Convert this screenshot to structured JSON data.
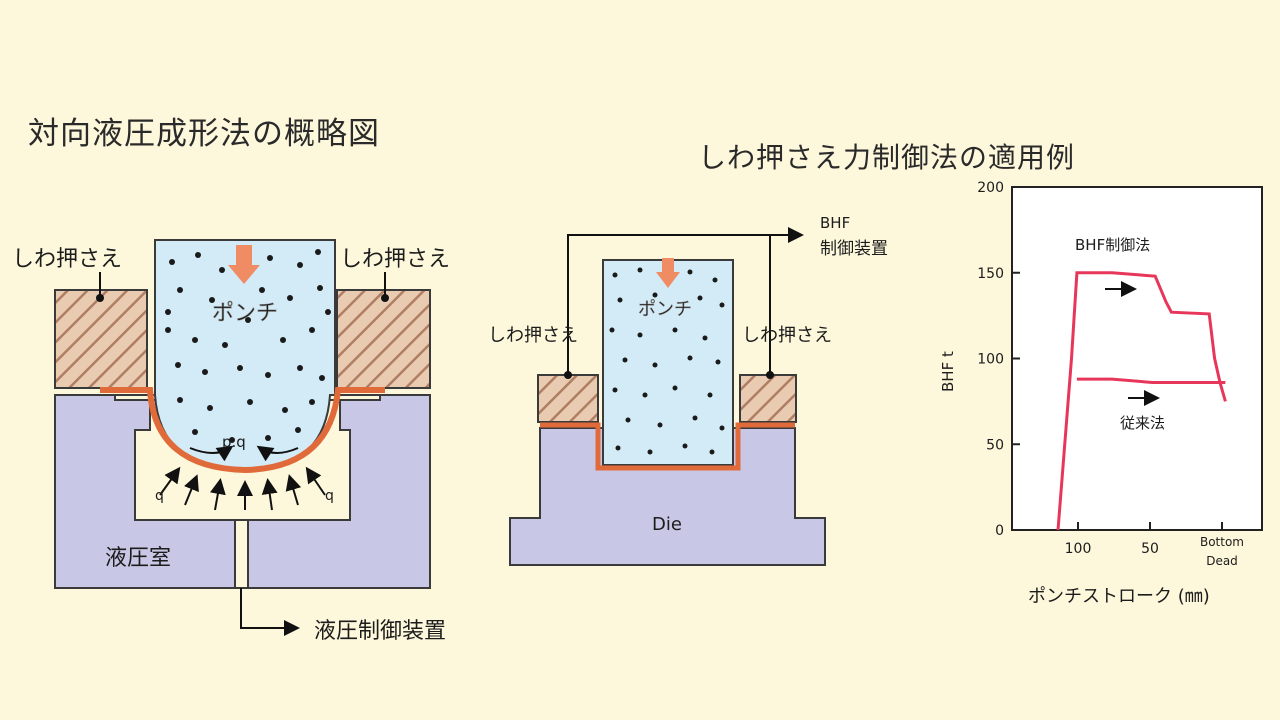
{
  "left_diagram": {
    "title": "対向液圧成形法の概略図",
    "blank_holder_left": "しわ押さえ",
    "blank_holder_right": "しわ押さえ",
    "punch": "ポンチ",
    "pressure_label": "p.q",
    "pressure_q_left": "q",
    "pressure_q_right": "q",
    "chamber": "液圧室",
    "controller": "液圧制御装置"
  },
  "middle_diagram": {
    "bhf_line1": "BHF",
    "bhf_line2": "制御装置",
    "blank_holder_left": "しわ押さえ",
    "blank_holder_right": "しわ押さえ",
    "punch": "ポンチ",
    "die": "Die"
  },
  "right_title": "しわ押さえ力制御法の適用例",
  "chart_data": {
    "type": "line",
    "ylabel": "BHF t",
    "xlabel": "ポンチストローク (㎜)",
    "y_ticks": [
      "0",
      "50",
      "100",
      "150",
      "200"
    ],
    "x_ticks": [
      "100",
      "50",
      "Bottom",
      "Dead"
    ],
    "ylim": [
      0,
      200
    ],
    "series": [
      {
        "name": "BHF制御法",
        "points": [
          [
            0,
            0
          ],
          [
            3,
            60
          ],
          [
            5,
            100
          ],
          [
            7,
            150
          ],
          [
            20,
            150
          ],
          [
            36,
            148
          ],
          [
            40,
            133
          ],
          [
            42,
            127
          ],
          [
            56,
            126
          ],
          [
            58,
            100
          ],
          [
            60,
            86
          ],
          [
            62,
            75
          ]
        ]
      },
      {
        "name": "従来法",
        "points": [
          [
            7,
            88
          ],
          [
            20,
            88
          ],
          [
            35,
            86
          ],
          [
            50,
            86
          ],
          [
            62,
            86
          ]
        ]
      }
    ],
    "colors": {
      "line": "#e8365a"
    }
  },
  "colors": {
    "background": "#fdf8dc",
    "die": "#c8c8e6",
    "fluid": "#d2ebf6",
    "sheet": "#e87548",
    "arrow": "#f08c64",
    "hatch": "#c39678"
  }
}
